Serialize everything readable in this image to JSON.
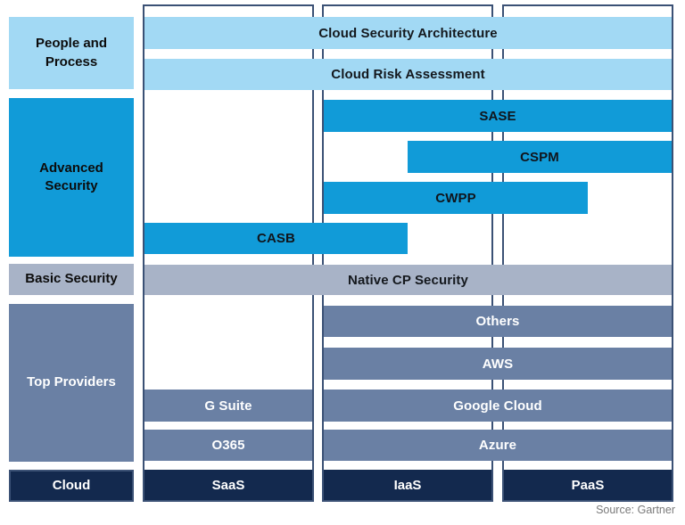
{
  "categories": {
    "people_process": "People and Process",
    "advanced_security": "Advanced Security",
    "basic_security": "Basic Security",
    "top_providers": "Top Providers",
    "cloud": "Cloud"
  },
  "columns": {
    "saas": "SaaS",
    "iaas": "IaaS",
    "paas": "PaaS"
  },
  "bars": {
    "cloud_security_architecture": "Cloud Security Architecture",
    "cloud_risk_assessment": "Cloud Risk Assessment",
    "sase": "SASE",
    "cspm": "CSPM",
    "cwpp": "CWPP",
    "casb": "CASB",
    "native_cp_security": "Native CP Security",
    "others": "Others",
    "aws": "AWS",
    "g_suite": "G Suite",
    "google_cloud": "Google Cloud",
    "o365": "O365",
    "azure": "Azure"
  },
  "footer": {
    "source": "Source: Gartner"
  },
  "colors": {
    "light_blue": "#a2d9f4",
    "mid_blue": "#119bd8",
    "gray_blue": "#a8b3c7",
    "slate_blue": "#6a80a4",
    "navy": "#13294e",
    "column_border": "#3b5175"
  }
}
